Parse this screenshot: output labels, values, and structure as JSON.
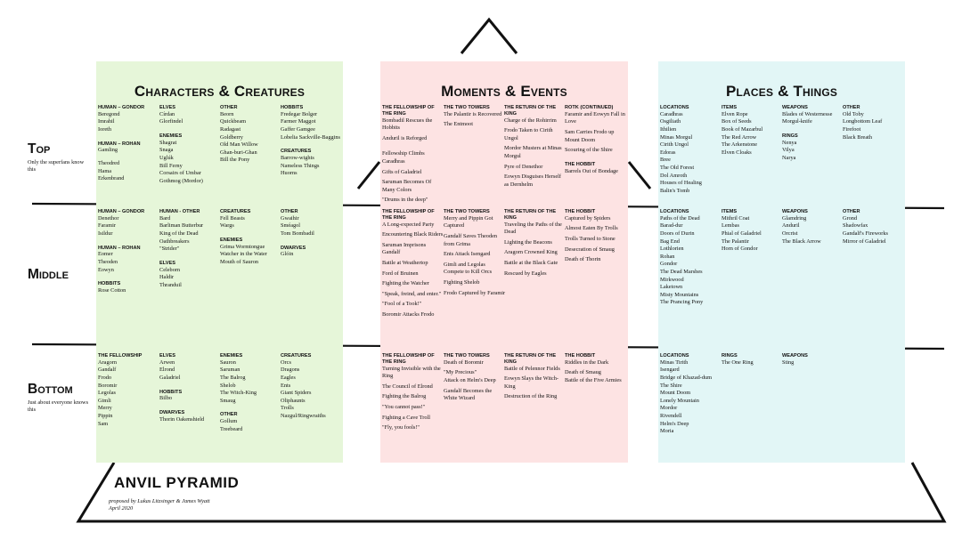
{
  "title": "ANVIL PYRAMID",
  "credits": [
    "proposed by Lukas Litzsinger & James Wyatt",
    "April 2020"
  ],
  "tiers": [
    {
      "label": "Top",
      "desc": "Only the superfans know this"
    },
    {
      "label": "Middle",
      "desc": ""
    },
    {
      "label": "Bottom",
      "desc": "Just about everyone knows this"
    }
  ],
  "columns": [
    {
      "title": "Characters & Creatures",
      "tiers": [
        [
          {
            "groups": [
              {
                "h": "Human – Gondor",
                "items": [
                  "Beregond",
                  "Imrahil",
                  "Ioreth"
                ]
              },
              {
                "h": "Human – Rohan",
                "items": [
                  "Gamling",
                  "",
                  "Theodred",
                  "Hama",
                  "Erkenbrand"
                ]
              }
            ]
          },
          {
            "groups": [
              {
                "h": "Elves",
                "items": [
                  "Círdan",
                  "Glorfindel"
                ]
              },
              {
                "h": "Enemies",
                "items": [
                  "Shagrat",
                  "Snaga",
                  "Uglúk",
                  "Bill Ferny",
                  "Corsairs of Umbar",
                  "Gothmog (Mordor)"
                ]
              }
            ]
          },
          {
            "groups": [
              {
                "h": "Other",
                "items": [
                  "Beorn",
                  "Quickbeam",
                  "Radagast",
                  "Goldberry",
                  "Old Man Willow",
                  "Ghan-buri-Ghan",
                  "Bill the Pony"
                ]
              }
            ]
          },
          {
            "groups": [
              {
                "h": "Hobbits",
                "items": [
                  "Fredegar Bolger",
                  "Farmer Maggot",
                  "Gaffer Gamgee",
                  "Lobelia Sackville-Baggins"
                ]
              },
              {
                "h": "Creatures",
                "items": [
                  "Barrow-wights",
                  "Nameless Things",
                  "Huorns"
                ]
              }
            ]
          }
        ],
        [
          {
            "groups": [
              {
                "h": "Human – Gondor",
                "items": [
                  "Denethor",
                  "Faramir",
                  "Isildur"
                ]
              },
              {
                "h": "Human – Rohan",
                "items": [
                  "Eomer",
                  "Theoden",
                  "Eowyn"
                ]
              },
              {
                "h": "Hobbits",
                "items": [
                  "Rose Cotton"
                ]
              }
            ]
          },
          {
            "groups": [
              {
                "h": "Human - Other",
                "items": [
                  "Bard",
                  "Barliman Butterbur",
                  "King of the Dead",
                  "Oathbreakers",
                  "\"Strider\""
                ]
              },
              {
                "h": "Elves",
                "items": [
                  "Celeborn",
                  "Haldir",
                  "Thranduil"
                ]
              }
            ]
          },
          {
            "groups": [
              {
                "h": "Creatures",
                "items": [
                  "Fell Beasts",
                  "Wargs"
                ]
              },
              {
                "h": "Enemies",
                "items": [
                  "Grima Wormtongue",
                  "Watcher in the Water",
                  "Mouth of Sauron"
                ]
              }
            ]
          },
          {
            "groups": [
              {
                "h": "Other",
                "items": [
                  "Gwaihir",
                  "Sméagol",
                  "Tom Bombadil"
                ]
              },
              {
                "h": "Dwarves",
                "items": [
                  "Glóin"
                ]
              }
            ]
          }
        ],
        [
          {
            "groups": [
              {
                "h": "The Fellowship",
                "items": [
                  "Aragorn",
                  "Gandalf",
                  "Frodo",
                  "Boromir",
                  "Legolas",
                  "Gimli",
                  "Merry",
                  "Pippin",
                  "Sam"
                ]
              }
            ]
          },
          {
            "groups": [
              {
                "h": "Elves",
                "items": [
                  "Arwen",
                  "Elrond",
                  "Galadriel"
                ]
              },
              {
                "h": "Hobbits",
                "items": [
                  "Bilbo"
                ]
              },
              {
                "h": "Dwarves",
                "items": [
                  "Thorin Oakenshield"
                ]
              }
            ]
          },
          {
            "groups": [
              {
                "h": "Enemies",
                "items": [
                  "Sauron",
                  "Saruman",
                  "The Balrog",
                  "Shelob",
                  "The Witch-King",
                  "Smaug"
                ]
              },
              {
                "h": "Other",
                "items": [
                  "Gollum",
                  "Treebeard"
                ]
              }
            ]
          },
          {
            "groups": [
              {
                "h": "Creatures",
                "items": [
                  "Orcs",
                  "Dragons",
                  "Eagles",
                  "Ents",
                  "Giant Spiders",
                  "Oliphaunts",
                  "Trolls",
                  "Nazgul/Ringwraiths"
                ]
              }
            ]
          }
        ]
      ]
    },
    {
      "title": "Moments & Events",
      "tiers": [
        [
          {
            "groups": [
              {
                "h": "The Fellowship of the Ring",
                "items": [
                  "Bombadil Rescues the Hobbits",
                  "Anduril is Reforged",
                  "",
                  "Fellowship Climbs Caradhras",
                  "Gifts of Galadriel",
                  "Saruman Becomes Of Many Colors",
                  "\"Drums in the deep\""
                ]
              }
            ]
          },
          {
            "groups": [
              {
                "h": "The Two Towers",
                "items": [
                  "The Palantir is Recovered",
                  "The Entmoot"
                ]
              }
            ]
          },
          {
            "groups": [
              {
                "h": "The Return of the King",
                "items": [
                  "Charge of the Rohirrim",
                  "Frodo Taken to Cirith Ungol",
                  "Mordor Musters at Minas Morgul",
                  "Pyre of Denethor",
                  "Eowyn Disguises Herself as Dernhelm"
                ]
              }
            ]
          },
          {
            "groups": [
              {
                "h": "ROTK (continued)",
                "items": [
                  "Faramir and Eowyn Fall in Love",
                  "Sam Carries Frodo up Mount Doom",
                  "Scouring of the Shire"
                ]
              },
              {
                "h": "The Hobbit",
                "items": [
                  "Barrels Out of Bondage"
                ]
              }
            ]
          }
        ],
        [
          {
            "groups": [
              {
                "h": "The Fellowship of the Ring",
                "items": [
                  "A Long-expected Party",
                  "Encountering Black Riders",
                  "Saruman Imprisons Gandalf",
                  "Battle at Weathertop",
                  "Ford of Bruinen",
                  "Fighting the Watcher",
                  "\"Speak, freind, and enter.\"",
                  "\"Fool of a Took!\"",
                  "Boromir Attacks Frodo"
                ]
              }
            ]
          },
          {
            "groups": [
              {
                "h": "The Two Towers",
                "items": [
                  "Merry and Pippin Got Captured",
                  "Gandalf Saves Theoden from Grima",
                  "Ents Attack Isengard",
                  "Gimli and Legolas Compete to Kill Orcs",
                  "Fighting Shelob",
                  "Frodo Captured by Faramir"
                ]
              }
            ]
          },
          {
            "groups": [
              {
                "h": "The Return of the King",
                "items": [
                  "Traveling the Paths of the Dead",
                  "Lighting the Beacons",
                  "Aragorn Crowned King",
                  "Battle at the Black Gate",
                  "Rescued by Eagles"
                ]
              }
            ]
          },
          {
            "groups": [
              {
                "h": "The Hobbit",
                "items": [
                  "Captured by Spiders",
                  "Almost Eaten By Trolls",
                  "Trolls Turned to Stone",
                  "Desecration of Smaug",
                  "Death of Thorin"
                ]
              }
            ]
          }
        ],
        [
          {
            "groups": [
              {
                "h": "The Fellowship of the Ring",
                "items": [
                  "Turning Invisible with the Ring",
                  "The Council of Elrond",
                  "Fighting the Balrog",
                  "\"You cannot pass!\"",
                  "Fighting a Cave Troll",
                  "\"Fly, you fools!\""
                ]
              }
            ]
          },
          {
            "groups": [
              {
                "h": "The Two Towers",
                "items": [
                  "Death of Boromir",
                  "\"My Precious\"",
                  "Attack on Helm's Deep",
                  "Gandalf Becomes the White Wizard"
                ]
              }
            ]
          },
          {
            "groups": [
              {
                "h": "The Return of the King",
                "items": [
                  "Battle of Pelennor Fields",
                  "Eowyn Slays the Witch-King",
                  "Destruction of the Ring"
                ]
              }
            ]
          },
          {
            "groups": [
              {
                "h": "The Hobbit",
                "items": [
                  "Riddles in the Dark",
                  "Death of Smaug",
                  "Battle of the Five Armies"
                ]
              }
            ]
          }
        ]
      ]
    },
    {
      "title": "Places & Things",
      "tiers": [
        [
          {
            "groups": [
              {
                "h": "Locations",
                "items": [
                  "Caradhras",
                  "Osgiliath",
                  "Ithilien",
                  "Minas Morgul",
                  "Cirith Ungol",
                  "Edoras",
                  "Bree",
                  "The Old Forest",
                  "Dol Amroth",
                  "Houses of Healing",
                  "Balin's Tomb"
                ]
              }
            ]
          },
          {
            "groups": [
              {
                "h": "Items",
                "items": [
                  "Elven Rope",
                  "Box of Seeds",
                  "Book of Mazarbul",
                  "The Red Arrow",
                  "The Arkenstone",
                  "Elven Cloaks"
                ]
              }
            ]
          },
          {
            "groups": [
              {
                "h": "Weapons",
                "items": [
                  "Blades of Westernesse",
                  "Morgul-knife"
                ]
              },
              {
                "h": "Rings",
                "items": [
                  "Nenya",
                  "Vilya",
                  "Narya"
                ]
              }
            ]
          },
          {
            "groups": [
              {
                "h": "Other",
                "items": [
                  "Old Toby",
                  "Longbottom Leaf",
                  "Firefoot",
                  "Black Breath"
                ]
              }
            ]
          }
        ],
        [
          {
            "groups": [
              {
                "h": "Locations",
                "items": [
                  "Paths of the Dead",
                  "Barad-dur",
                  "Doors of Durin",
                  "Bag End",
                  "Lothlorien",
                  "Rohan",
                  "Gondor",
                  "The Dead Marshes",
                  "Mirkwood",
                  "Laketown",
                  "Misty Mountains",
                  "The Prancing Pony"
                ]
              }
            ]
          },
          {
            "groups": [
              {
                "h": "Items",
                "items": [
                  "Mithril Coat",
                  "Lembas",
                  "Phial of Galadriel",
                  "The Palantir",
                  "Horn of Gondor"
                ]
              }
            ]
          },
          {
            "groups": [
              {
                "h": "Weapons",
                "items": [
                  "Glamdring",
                  "Anduril",
                  "Orcrist",
                  "The Black Arrow"
                ]
              }
            ]
          },
          {
            "groups": [
              {
                "h": "Other",
                "items": [
                  "Grond",
                  "Shadowfax",
                  "Gandalf's Fireworks",
                  "Mirror of Galadriel"
                ]
              }
            ]
          }
        ],
        [
          {
            "groups": [
              {
                "h": "Locations",
                "items": [
                  "Minas Tirith",
                  "Isengard",
                  "Bridge of Khazad-dum",
                  "The Shire",
                  "Mount Doom",
                  "Lonely Mountain",
                  "Mordor",
                  "Rivendell",
                  "Helm's Deep",
                  "Moria"
                ]
              }
            ]
          },
          {
            "groups": [
              {
                "h": "Rings",
                "items": [
                  "The One Ring"
                ]
              }
            ]
          },
          {
            "groups": [
              {
                "h": "Weapons",
                "items": [
                  "Sting"
                ]
              }
            ]
          },
          {
            "groups": []
          }
        ]
      ]
    }
  ]
}
